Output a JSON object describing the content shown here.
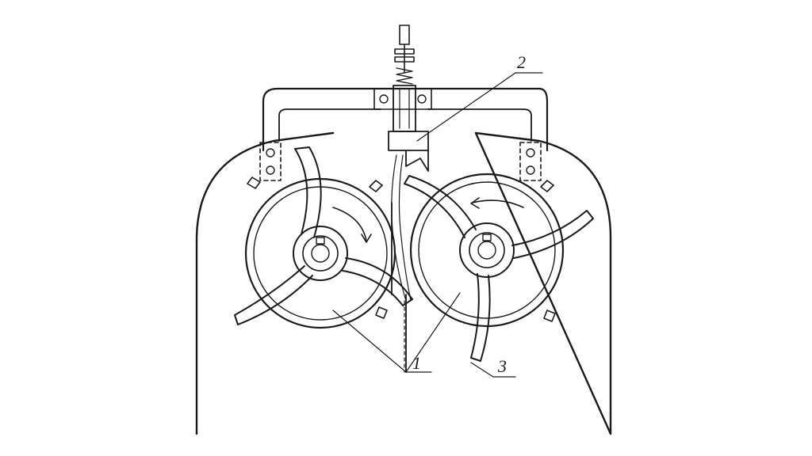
{
  "diagram": {
    "callouts": [
      {
        "id": "rotor",
        "text": "1"
      },
      {
        "id": "nozzle",
        "text": "2"
      },
      {
        "id": "blade",
        "text": "3"
      }
    ],
    "colors": {
      "ink": "#1a1a1a",
      "paper": "#ffffff"
    },
    "icons": [
      "arrow-rotation-cw-icon",
      "arrow-rotation-ccw-icon"
    ]
  }
}
